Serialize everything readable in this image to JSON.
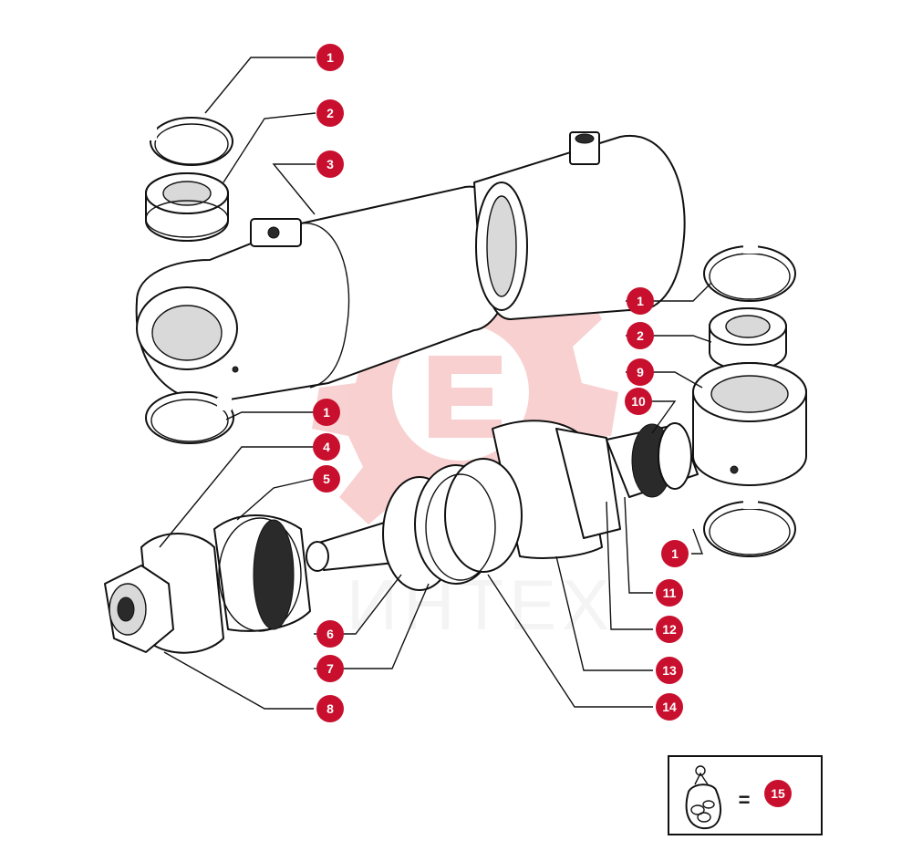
{
  "diagram": {
    "callouts": [
      {
        "id": "c1a",
        "label": "1"
      },
      {
        "id": "c2a",
        "label": "2"
      },
      {
        "id": "c3",
        "label": "3"
      },
      {
        "id": "c1b",
        "label": "1"
      },
      {
        "id": "c2b",
        "label": "2"
      },
      {
        "id": "c9",
        "label": "9"
      },
      {
        "id": "c10",
        "label": "10"
      },
      {
        "id": "c1c",
        "label": "1"
      },
      {
        "id": "c4",
        "label": "4"
      },
      {
        "id": "c5",
        "label": "5"
      },
      {
        "id": "c1d",
        "label": "1"
      },
      {
        "id": "c11",
        "label": "11"
      },
      {
        "id": "c12",
        "label": "12"
      },
      {
        "id": "c6",
        "label": "6"
      },
      {
        "id": "c7",
        "label": "7"
      },
      {
        "id": "c13",
        "label": "13"
      },
      {
        "id": "c8",
        "label": "8"
      },
      {
        "id": "c14",
        "label": "14"
      }
    ],
    "legend": {
      "equals": "=",
      "kit_label": "15",
      "kit_icon": "seal-kit-bag-icon"
    },
    "watermark": {
      "text": "ИНТЕХ",
      "logo": "gear-logo",
      "color": "#e03030"
    },
    "accent_color": "#c8102e"
  }
}
